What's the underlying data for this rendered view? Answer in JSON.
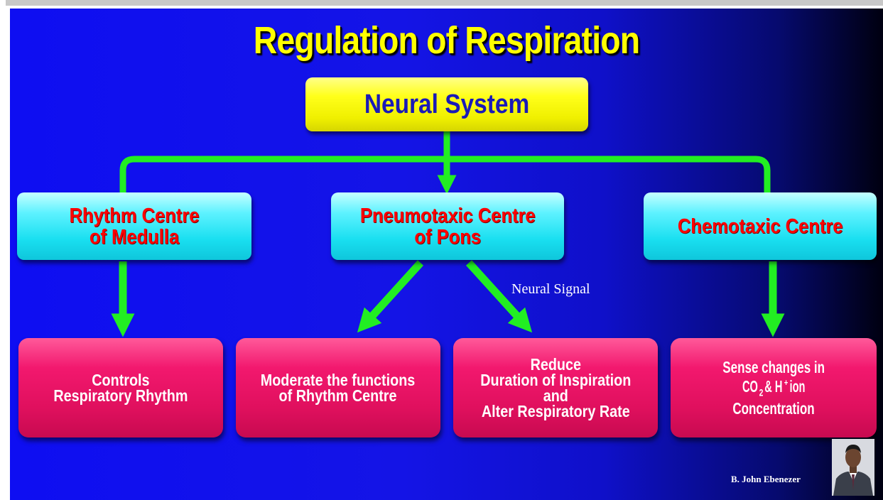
{
  "title": "Regulation of Respiration",
  "root": {
    "label": "Neural System"
  },
  "centres": [
    {
      "label": "Rhythm  Centre\nof Medulla"
    },
    {
      "label": "Pneumotaxic Centre\nof Pons"
    },
    {
      "label": "Chemotaxic Centre"
    }
  ],
  "functions": [
    {
      "label": "Controls\nRespiratory Rhythm"
    },
    {
      "label": "Moderate the functions\nof Rhythm Centre"
    },
    {
      "label": "Reduce\nDuration of Inspiration\nand\nAlter Respiratory Rate"
    },
    {
      "label": "Sense changes in"
    }
  ],
  "chemo_detail": {
    "line2_co": "CO",
    "line2_sub": "2",
    "line2_mid": " & H",
    "line2_sup": "+",
    "line2_end": " ion",
    "line3": "Concentration"
  },
  "signal_label": "Neural Signal",
  "author": "B. John Ebenezer",
  "colors": {
    "title": "#ffff00",
    "root_box": "#ffff1a",
    "root_text": "#1a1ab8",
    "centre_box": "#19dff0",
    "centre_text": "#ff0000",
    "function_box": "#e0105e",
    "function_text": "#ffffff",
    "arrows": "#22ee22"
  }
}
